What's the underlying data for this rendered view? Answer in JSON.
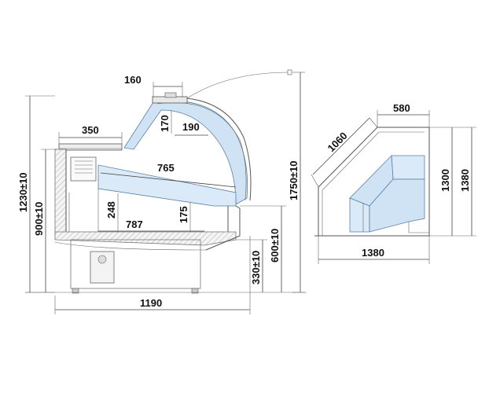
{
  "side_view": {
    "dims": {
      "d160": "160",
      "d170": "170",
      "d190": "190",
      "d350": "350",
      "d765": "765",
      "d248": "248",
      "d787": "787",
      "d175": "175",
      "d1230": "1230±10",
      "d900": "900±10",
      "d1750": "1750±10",
      "d600": "600±10",
      "d330": "330±10",
      "d1190": "1190"
    }
  },
  "corner_view": {
    "dims": {
      "d1060": "1060",
      "d580": "580",
      "d1300": "1300",
      "d1380v": "1380",
      "d1380h": "1380"
    }
  },
  "colors": {
    "glass": "#cfe3f5",
    "glass_edge": "#5a7fa3"
  }
}
